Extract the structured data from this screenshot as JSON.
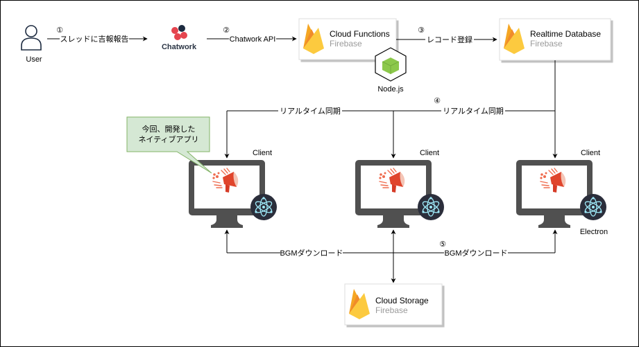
{
  "actors": {
    "user": {
      "label": "User",
      "icon": "user-icon"
    },
    "chatwork": {
      "label": "Chatwork",
      "icon": "chatwork-logo",
      "colors": {
        "petal": "#e5454f",
        "dot": "#1c2a3f",
        "text": "#2a3444"
      }
    }
  },
  "services": [
    {
      "id": "cloud-functions",
      "title": "Cloud Functions",
      "subtitle": "Firebase",
      "icon": "firebase-flame-icon"
    },
    {
      "id": "realtime-database",
      "title": "Realtime Database",
      "subtitle": "Firebase",
      "icon": "firebase-flame-icon"
    },
    {
      "id": "cloud-storage",
      "title": "Cloud Storage",
      "subtitle": "Firebase",
      "icon": "firebase-flame-icon"
    }
  ],
  "runtime": {
    "label": "Node.js",
    "icon": "nodejs-hexagon-icon",
    "color": "#8cc84b"
  },
  "steps": [
    {
      "number": "①",
      "label": "スレッドに吉報報告"
    },
    {
      "number": "②",
      "label": "Chatwork API"
    },
    {
      "number": "③",
      "label": "レコード登録"
    },
    {
      "number": "④",
      "label": "リアルタイム同期"
    },
    {
      "number": "⑤",
      "label": "BGMダウンロード"
    }
  ],
  "sync_labels": {
    "left": "リアルタイム同期",
    "right": "リアルタイム同期"
  },
  "download_labels": {
    "left": "BGMダウンロード",
    "right": "BGMダウンロード"
  },
  "clients": [
    {
      "label": "Client",
      "app_icon": "megaphone-icon",
      "framework_icon": "electron-icon"
    },
    {
      "label": "Client",
      "app_icon": "megaphone-icon",
      "framework_icon": "electron-icon"
    },
    {
      "label": "Client",
      "app_icon": "megaphone-icon",
      "framework_icon": "electron-icon",
      "framework_label": "Electron"
    }
  ],
  "callout": {
    "line1": "今回、開発した",
    "line2": "ネイティブアプリ",
    "fill": "#d5e8d4",
    "stroke": "#82b366"
  },
  "colors": {
    "firebase_orange": "#f5a623",
    "firebase_dark": "#f08c2a",
    "firebase_yellow": "#fcca3f",
    "monitor": "#505050",
    "electron_bg": "#2b2e3b",
    "electron_atom": "#9feaf9",
    "megaphone": "#e0452c"
  }
}
